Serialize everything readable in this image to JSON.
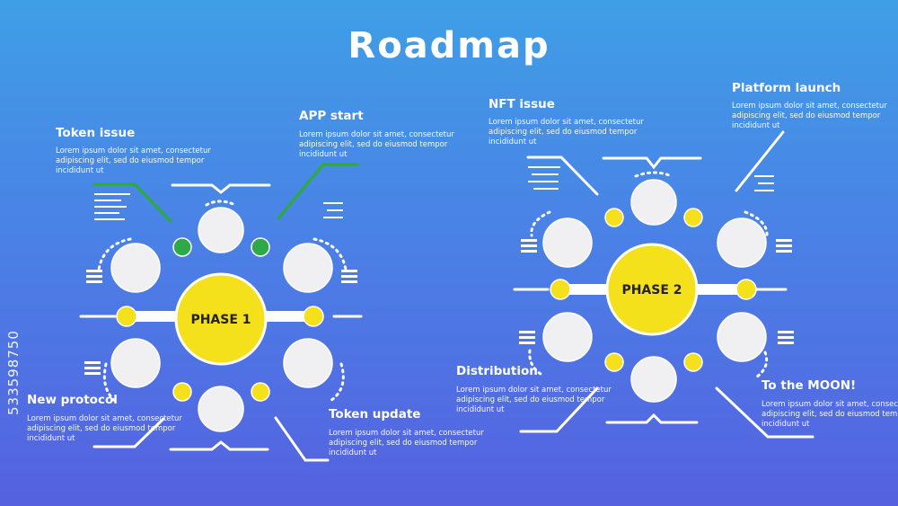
{
  "title": "Roadmap",
  "phase1": {
    "center": "PHASE 1",
    "items": [
      {
        "label": "Token issue",
        "desc": "Lorem ipsum dolor sit amet, consectetur adipiscing elit, sed do eiusmod tempor incididunt ut"
      },
      {
        "label": "APP start",
        "desc": "Lorem ipsum dolor sit amet, consectetur adipiscing elit, sed do eiusmod tempor incididunt ut"
      },
      {
        "label": "New protocol",
        "desc": "Lorem ipsum dolor sit amet, consectetur adipiscing elit, sed do eiusmod tempor incididunt ut"
      },
      {
        "label": "Token update",
        "desc": "Lorem ipsum dolor sit amet, consectetur adipiscing elit, sed do eiusmod tempor incididunt ut"
      }
    ]
  },
  "phase2": {
    "center": "PHASE 2",
    "items": [
      {
        "label": "NFT issue",
        "desc": "Lorem ipsum dolor sit amet, consectetur adipiscing elit, sed do eiusmod tempor incididunt ut"
      },
      {
        "label": "Platform launch",
        "desc": "Lorem ipsum dolor sit amet, consectetur adipiscing elit, sed do eiusmod tempor incididunt ut"
      },
      {
        "label": "Distribution",
        "desc": "Lorem ipsum dolor sit amet, consectetur adipiscing elit, sed do eiusmod tempor incididunt ut"
      },
      {
        "label": "To the MOON!",
        "desc": "Lorem ipsum dolor sit amet, consectetur adipiscing elit, sed do eiusmod tempor incididunt ut"
      }
    ]
  },
  "watermark_id": "533598750",
  "colors": {
    "background_top": "#3f9fe6",
    "background_bottom": "#5561e0",
    "phase_yellow": "#f5e01c",
    "accent_green": "#2fa84a",
    "node_white": "#f0f0f2"
  }
}
